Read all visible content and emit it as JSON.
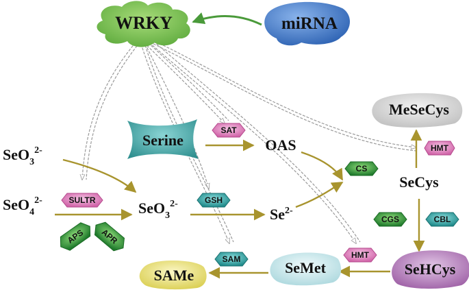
{
  "nodes": {
    "wrky": "WRKY",
    "mirna": "miRNA",
    "serine": "Serine",
    "oas": "OAS",
    "mesecys": "MeSeCys",
    "secys": "SeCys",
    "se2": {
      "base": "Se",
      "sup": "2-"
    },
    "seo3_in": {
      "base": "SeO",
      "sub": "3",
      "sup": "2-"
    },
    "seo4": {
      "base": "SeO",
      "sub": "4",
      "sup": "2-"
    },
    "seo3_mid": {
      "base": "SeO",
      "sub": "3",
      "sup": "2-"
    },
    "sehcys": "SeHCys",
    "semet": "SeMet",
    "same": "SAMe"
  },
  "enzymes": {
    "sat": "SAT",
    "hmt_top": "HMT",
    "cs": "CS",
    "sultr": "SULTR",
    "gsh": "GSH",
    "cgs": "CGS",
    "cbl": "CBL",
    "aps": "APS",
    "apr": "APR",
    "hmt_bottom": "HMT",
    "sam": "SAM"
  },
  "colors": {
    "pathway_arrow": "#a8942e",
    "regulation_arrow": "#4a9a3a",
    "cloud_green": "#7bc24a",
    "mirna_blue": "#4a80c8",
    "serine_teal": "#4aa9a9",
    "mesecys_gray": "#d6d6d6",
    "sehcys_purple": "#b07ab6",
    "semet_cyan": "#c8e8ec",
    "same_yellow": "#e8e07a",
    "enzyme_pink": "#e48cc4",
    "enzyme_green": "#3aa84a",
    "enzyme_teal": "#3ab0b0"
  }
}
